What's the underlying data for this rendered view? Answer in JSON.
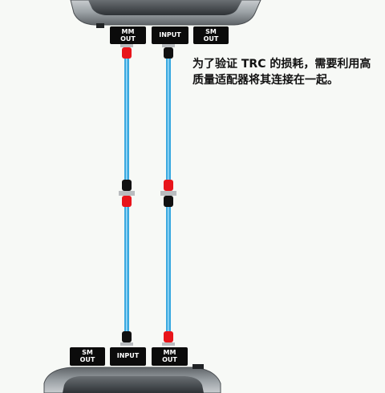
{
  "caption": "为了验证 TRC 的损耗，需要利用高质量适配器将其连接在一起。",
  "top_device": {
    "ports": [
      {
        "label": "MM\nOUT"
      },
      {
        "label": "INPUT"
      },
      {
        "label": "SM\nOUT"
      }
    ]
  },
  "bottom_device": {
    "ports": [
      {
        "label": "SM\nOUT"
      },
      {
        "label": "INPUT"
      },
      {
        "label": "MM\nOUT"
      }
    ]
  },
  "colors": {
    "cable": "#3aa9e0",
    "cable_highlight": "#9fdcf8",
    "connector_red": "#e8151b",
    "connector_black": "#111111",
    "ferrule": "#b9bcbf",
    "device_body": "#8d9296",
    "device_screen": "#3b3f43"
  }
}
